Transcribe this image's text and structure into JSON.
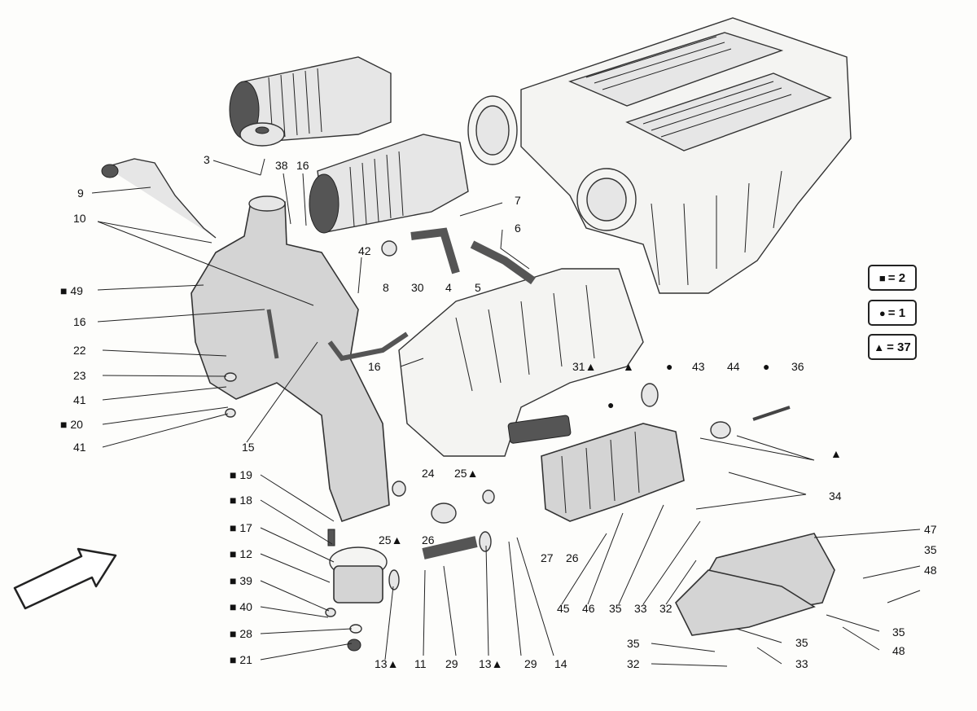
{
  "labels": [
    {
      "id": "l3",
      "text": "3"
    },
    {
      "id": "l38",
      "text": "38"
    },
    {
      "id": "l16a",
      "text": "16"
    },
    {
      "id": "l9",
      "text": "9"
    },
    {
      "id": "l7",
      "text": "7"
    },
    {
      "id": "l6",
      "text": "6"
    },
    {
      "id": "l10",
      "text": "10"
    },
    {
      "id": "l42",
      "text": "42"
    },
    {
      "id": "l30",
      "text": "30"
    },
    {
      "id": "l4",
      "text": "4"
    },
    {
      "id": "l5",
      "text": "5"
    },
    {
      "id": "l8",
      "text": "8"
    },
    {
      "id": "l49",
      "text": "■ 49"
    },
    {
      "id": "l16b",
      "text": "16"
    },
    {
      "id": "l22",
      "text": "22"
    },
    {
      "id": "l23",
      "text": "23"
    },
    {
      "id": "l41a",
      "text": "41"
    },
    {
      "id": "l20",
      "text": "■ 20"
    },
    {
      "id": "l41b",
      "text": "41"
    },
    {
      "id": "l15",
      "text": "15"
    },
    {
      "id": "l16c",
      "text": "16"
    },
    {
      "id": "l31",
      "text": "31▲"
    },
    {
      "id": "ltri1",
      "text": "▲"
    },
    {
      "id": "ldot1",
      "text": "●"
    },
    {
      "id": "l43",
      "text": "43"
    },
    {
      "id": "l44",
      "text": "44"
    },
    {
      "id": "ldot2",
      "text": "●"
    },
    {
      "id": "l36",
      "text": "36"
    },
    {
      "id": "ldot3",
      "text": "●"
    },
    {
      "id": "ltri2",
      "text": "▲"
    },
    {
      "id": "l34",
      "text": "34"
    },
    {
      "id": "l19",
      "text": "■ 19"
    },
    {
      "id": "l18",
      "text": "■ 18"
    },
    {
      "id": "l17",
      "text": "■ 17"
    },
    {
      "id": "l12",
      "text": "■ 12"
    },
    {
      "id": "l39",
      "text": "■ 39"
    },
    {
      "id": "l40",
      "text": "■ 40"
    },
    {
      "id": "l28",
      "text": "■ 28"
    },
    {
      "id": "l21",
      "text": "■ 21"
    },
    {
      "id": "l24",
      "text": "24"
    },
    {
      "id": "l25a",
      "text": "25▲"
    },
    {
      "id": "l25b",
      "text": "25▲"
    },
    {
      "id": "l26a",
      "text": "26"
    },
    {
      "id": "l26b",
      "text": "26"
    },
    {
      "id": "l27",
      "text": "27"
    },
    {
      "id": "l13a",
      "text": "13▲"
    },
    {
      "id": "l11",
      "text": "11"
    },
    {
      "id": "l29a",
      "text": "29"
    },
    {
      "id": "l13b",
      "text": "13▲"
    },
    {
      "id": "l29b",
      "text": "29"
    },
    {
      "id": "l14",
      "text": "14"
    },
    {
      "id": "l45",
      "text": "45"
    },
    {
      "id": "l46",
      "text": "46"
    },
    {
      "id": "l35a",
      "text": "35"
    },
    {
      "id": "l33a",
      "text": "33"
    },
    {
      "id": "l32a",
      "text": "32"
    },
    {
      "id": "l47",
      "text": "47"
    },
    {
      "id": "l35b",
      "text": "35"
    },
    {
      "id": "l48a",
      "text": "48"
    },
    {
      "id": "l35c",
      "text": "35"
    },
    {
      "id": "l48b",
      "text": "48"
    },
    {
      "id": "l35d",
      "text": "35"
    },
    {
      "id": "l33b",
      "text": "33"
    },
    {
      "id": "l35e",
      "text": "35"
    },
    {
      "id": "l32b",
      "text": "32"
    }
  ],
  "legend": [
    {
      "symbol": "■",
      "value": "= 2"
    },
    {
      "symbol": "●",
      "value": "= 1"
    },
    {
      "symbol": "▲",
      "value": "= 37"
    }
  ],
  "icons": {
    "direction_arrow": "arrow-up-right-icon"
  }
}
